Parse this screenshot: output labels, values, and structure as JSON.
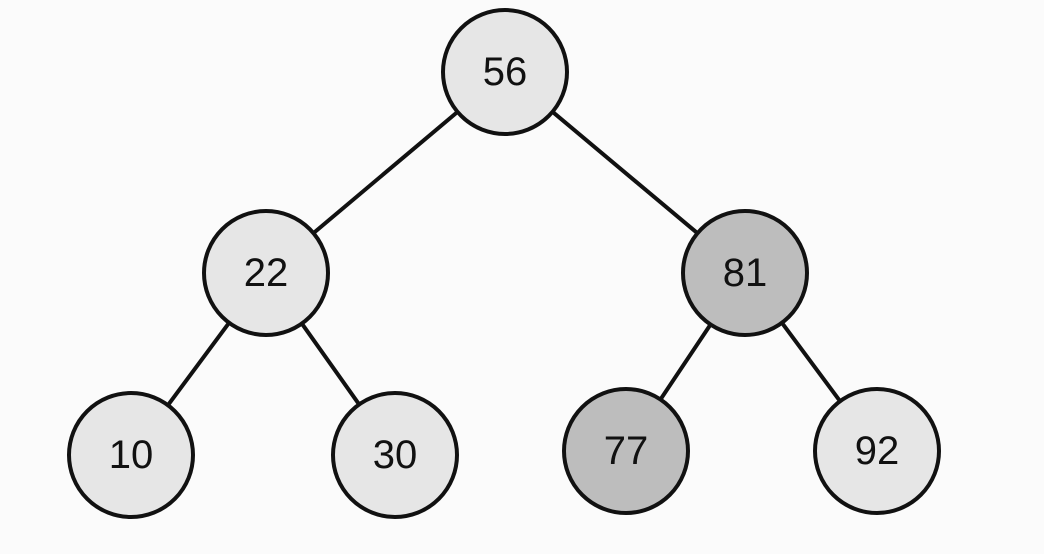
{
  "tree": {
    "nodes": [
      {
        "id": "n56",
        "label": "56",
        "fill": "#e6e6e6"
      },
      {
        "id": "n22",
        "label": "22",
        "fill": "#e6e6e6"
      },
      {
        "id": "n81",
        "label": "81",
        "fill": "#bdbdbd"
      },
      {
        "id": "n10",
        "label": "10",
        "fill": "#e6e6e6"
      },
      {
        "id": "n30",
        "label": "30",
        "fill": "#e6e6e6"
      },
      {
        "id": "n77",
        "label": "77",
        "fill": "#bdbdbd"
      },
      {
        "id": "n92",
        "label": "92",
        "fill": "#e6e6e6"
      }
    ],
    "edges": [
      {
        "from": "n56",
        "to": "n22"
      },
      {
        "from": "n56",
        "to": "n81"
      },
      {
        "from": "n22",
        "to": "n10"
      },
      {
        "from": "n22",
        "to": "n30"
      },
      {
        "from": "n81",
        "to": "n77"
      },
      {
        "from": "n81",
        "to": "n92"
      }
    ]
  }
}
